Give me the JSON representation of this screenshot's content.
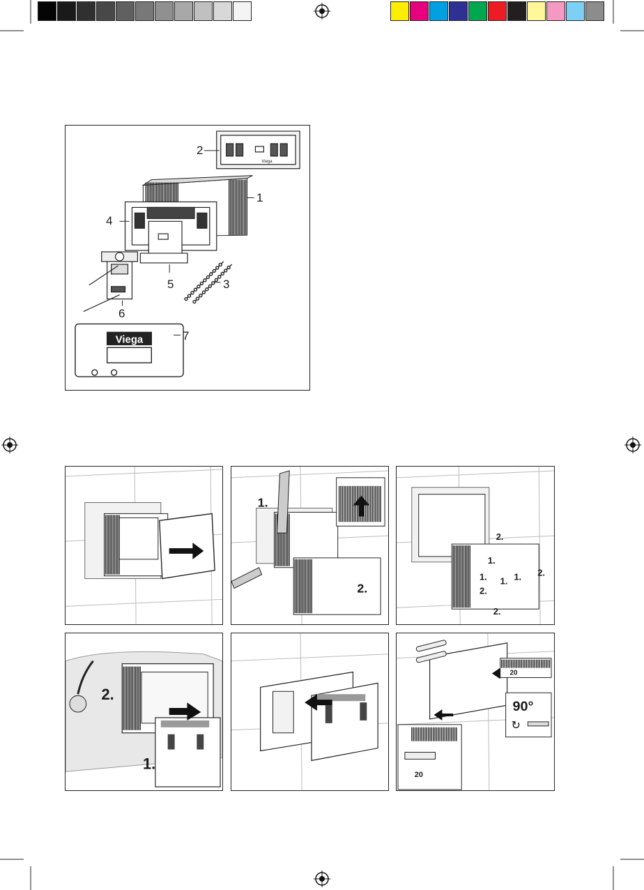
{
  "color_bar": {
    "grays": [
      "#050505",
      "#1a1a1a",
      "#303030",
      "#484848",
      "#606060",
      "#787878",
      "#909090",
      "#a8a8a8",
      "#c0c0c0",
      "#d8d8d8",
      "#f4f4f4"
    ],
    "process": [
      "#ffed00",
      "#e6007e",
      "#00a0e3",
      "#2e3192",
      "#00a650",
      "#ed1c24",
      "#231f20",
      "#fff799",
      "#f49ac2",
      "#7dd0f5",
      "#8c8c8c"
    ]
  },
  "parts_diagram": {
    "callouts": [
      "1",
      "2",
      "3",
      "4",
      "5",
      "6",
      "7"
    ],
    "brand_text": "Viega",
    "logo_text": "Viega"
  },
  "steps": {
    "panel2": {
      "label_1": "1.",
      "label_2": "2."
    },
    "panel3": {
      "labels": [
        "2.",
        "1.",
        "1.",
        "2.",
        "1.",
        "2.",
        "1.",
        "2."
      ]
    },
    "panel4": {
      "label_1": "1.",
      "label_2": "2."
    },
    "panel6": {
      "angle": "90°",
      "dim_top": "20",
      "dim_bottom": "20"
    }
  }
}
